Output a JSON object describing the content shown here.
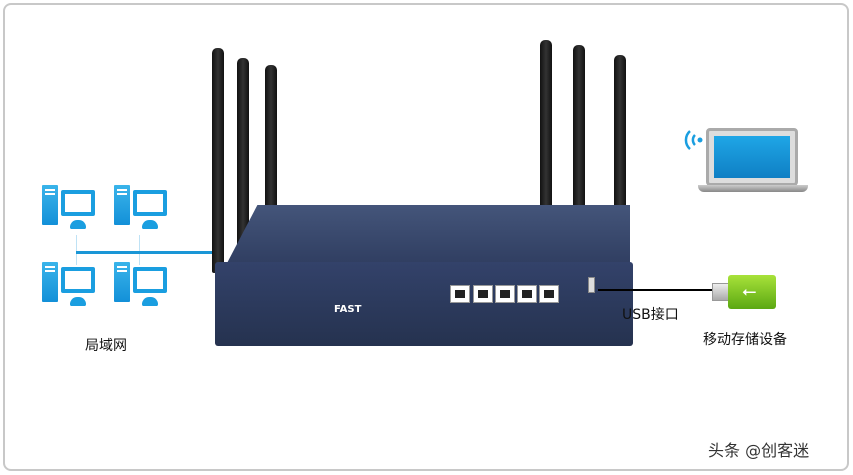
{
  "lan": {
    "label": "局域网",
    "pc_count": 4
  },
  "router": {
    "brand": "FAST",
    "lan_ports": 5,
    "color": "#2c3a5e"
  },
  "usb": {
    "port_label": "USB接口",
    "device_label": "移动存储设备",
    "device_color": "#7cc52a"
  },
  "wireless": {
    "client": "laptop-icon",
    "signal": "wifi-icon"
  },
  "watermark": "头条 @创客迷"
}
